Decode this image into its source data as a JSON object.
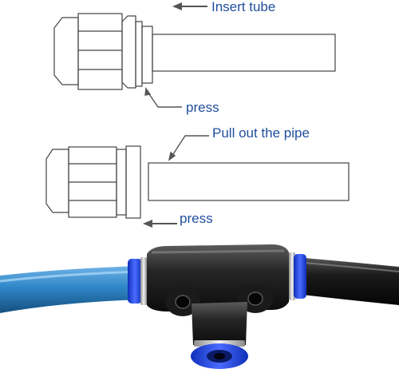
{
  "annotations": {
    "insert_tube": "Insert tube",
    "press_top": "press",
    "pull_out": "Pull out the pipe",
    "press_bottom": "press"
  },
  "colors": {
    "line_art": "#444444",
    "arrow": "#555555",
    "label_text": "#1f4e9c",
    "tube_blue": "#2f86c8",
    "tube_black": "#1a1a1a",
    "fitting_body": "#222222",
    "release_collar": "#1f3fd8"
  },
  "icons": [
    "arrow-left-icon",
    "leader-arrow-icon"
  ]
}
